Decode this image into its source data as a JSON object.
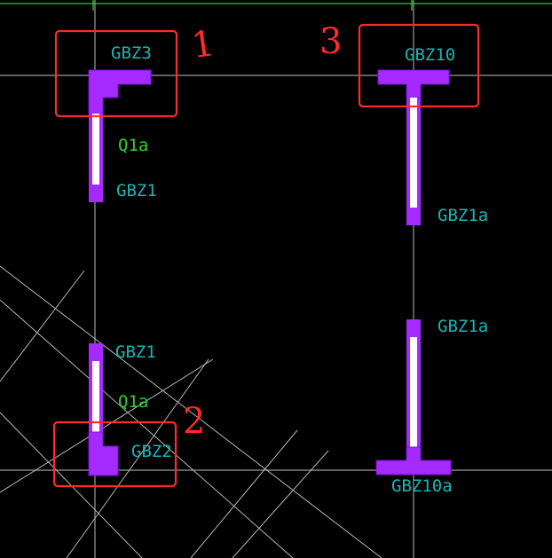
{
  "colors": {
    "background": "#000000",
    "axis_line": "#9a9a9a",
    "grid_green": "#39c339",
    "construction_line": "#b8b8b8",
    "column_fill": "#a52aff",
    "wall_fill": "#ffffff",
    "label_cyan": "#1bb5b5",
    "label_green": "#2fcf2f",
    "highlight_red": "#ff2a2a"
  },
  "labels": {
    "gbz3": "GBZ3",
    "q1a_top": "Q1a",
    "gbz1_top": "GBZ1",
    "gbz10": "GBZ10",
    "gbz1a_right_top": "GBZ1a",
    "gbz1_bottom": "GBZ1",
    "q1a_bottom": "Q1a",
    "gbz2": "GBZ2",
    "gbz1a_right_bottom": "GBZ1a",
    "gbz10a": "GBZ10a"
  },
  "annotations": {
    "mark_1": "1",
    "mark_2": "2",
    "mark_3": "3"
  }
}
